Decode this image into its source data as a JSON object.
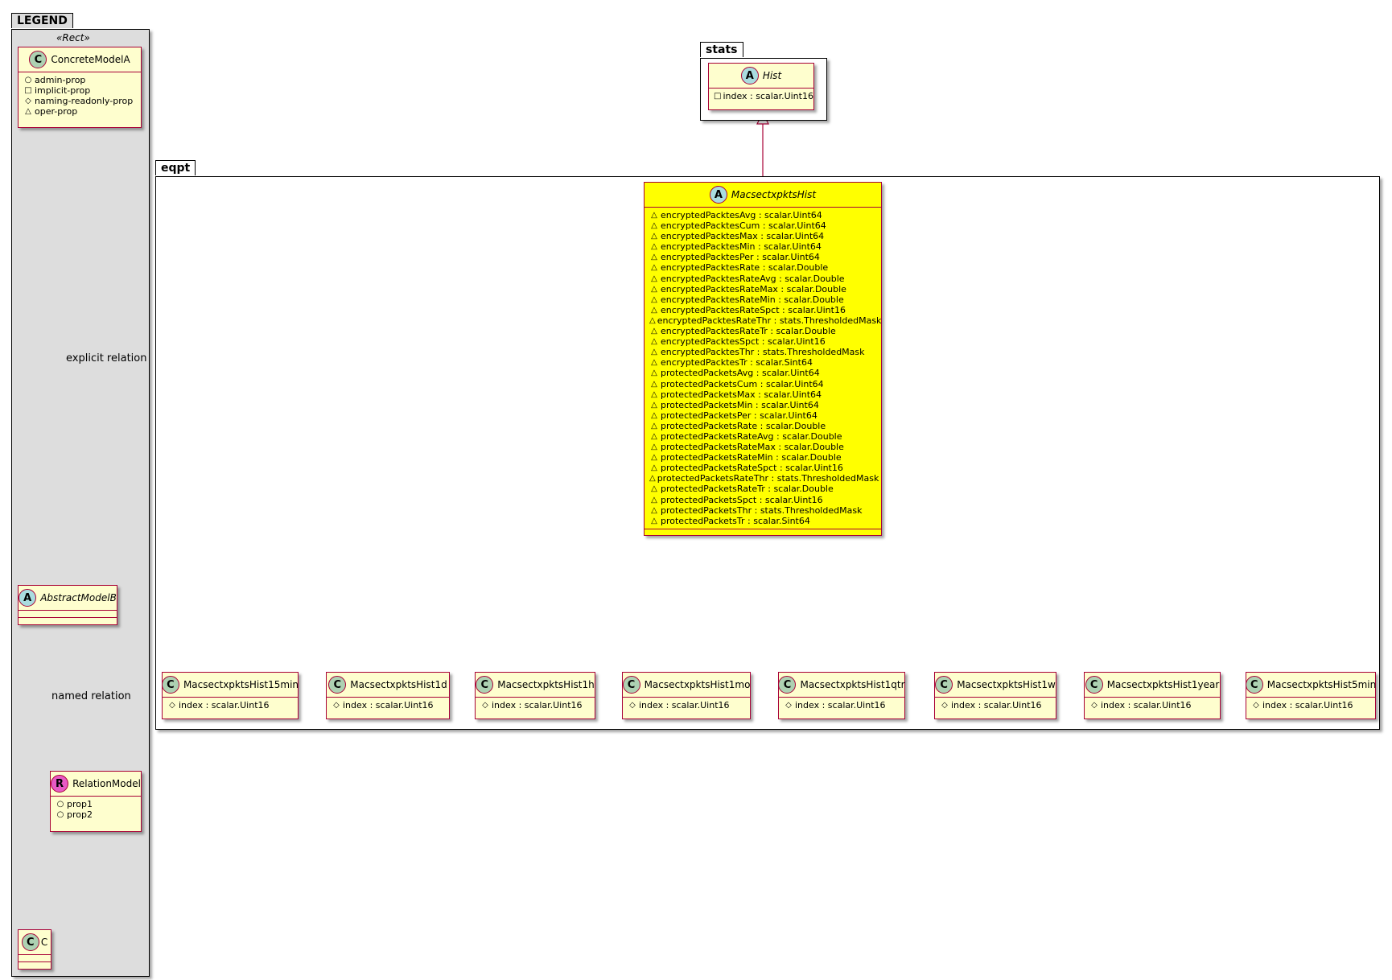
{
  "legend": {
    "title": "LEGEND",
    "stereotype": "«Rect»",
    "concrete_model": {
      "name": "ConcreteModelA",
      "attributes": [
        {
          "vis": "+",
          "text": "admin-prop"
        },
        {
          "vis": "-",
          "text": "implicit-prop"
        },
        {
          "vis": "#",
          "text": "naming-readonly-prop"
        },
        {
          "vis": "~",
          "text": "oper-prop"
        }
      ]
    },
    "explicit_relation_label": "explicit relation",
    "abstract_model": {
      "name": "AbstractModelB"
    },
    "named_relation_label": "named relation",
    "relation_model": {
      "name": "RelationModel",
      "attributes": [
        {
          "vis": "+",
          "text": "prop1"
        },
        {
          "vis": "+",
          "text": "prop2"
        }
      ]
    },
    "class_c": {
      "name": "C"
    }
  },
  "stats_package": {
    "title": "stats",
    "hist": {
      "name": "Hist",
      "attributes": [
        {
          "vis": "-",
          "text": "index : scalar.Uint16"
        }
      ]
    }
  },
  "eqpt_package": {
    "title": "eqpt",
    "main_class": {
      "name": "MacsectxpktsHist",
      "highlight_color": "#FFFF00",
      "attributes": [
        "encryptedPacktesAvg : scalar.Uint64",
        "encryptedPacktesCum : scalar.Uint64",
        "encryptedPacktesMax : scalar.Uint64",
        "encryptedPacktesMin : scalar.Uint64",
        "encryptedPacktesPer : scalar.Uint64",
        "encryptedPacktesRate : scalar.Double",
        "encryptedPacktesRateAvg : scalar.Double",
        "encryptedPacktesRateMax : scalar.Double",
        "encryptedPacktesRateMin : scalar.Double",
        "encryptedPacktesRateSpct : scalar.Uint16",
        "encryptedPacktesRateThr : stats.ThresholdedMask",
        "encryptedPacktesRateTr : scalar.Double",
        "encryptedPacktesSpct : scalar.Uint16",
        "encryptedPacktesThr : stats.ThresholdedMask",
        "encryptedPacktesTr : scalar.Sint64",
        "protectedPacketsAvg : scalar.Uint64",
        "protectedPacketsCum : scalar.Uint64",
        "protectedPacketsMax : scalar.Uint64",
        "protectedPacketsMin : scalar.Uint64",
        "protectedPacketsPer : scalar.Uint64",
        "protectedPacketsRate : scalar.Double",
        "protectedPacketsRateAvg : scalar.Double",
        "protectedPacketsRateMax : scalar.Double",
        "protectedPacketsRateMin : scalar.Double",
        "protectedPacketsRateSpct : scalar.Uint16",
        "protectedPacketsRateThr : stats.ThresholdedMask",
        "protectedPacketsRateTr : scalar.Double",
        "protectedPacketsSpct : scalar.Uint16",
        "protectedPacketsThr : stats.ThresholdedMask",
        "protectedPacketsTr : scalar.Sint64"
      ],
      "attribute_visibility": "~"
    },
    "subclasses": [
      {
        "name": "MacsectxpktsHist15min",
        "attribute": "index : scalar.Uint16"
      },
      {
        "name": "MacsectxpktsHist1d",
        "attribute": "index : scalar.Uint16"
      },
      {
        "name": "MacsectxpktsHist1h",
        "attribute": "index : scalar.Uint16"
      },
      {
        "name": "MacsectxpktsHist1mo",
        "attribute": "index : scalar.Uint16"
      },
      {
        "name": "MacsectxpktsHist1qtr",
        "attribute": "index : scalar.Uint16"
      },
      {
        "name": "MacsectxpktsHist1w",
        "attribute": "index : scalar.Uint16"
      },
      {
        "name": "MacsectxpktsHist1year",
        "attribute": "index : scalar.Uint16"
      },
      {
        "name": "MacsectxpktsHist5min",
        "attribute": "index : scalar.Uint16"
      }
    ],
    "subclass_visibility": "#"
  },
  "colors": {
    "class_fill": "#FEFECE",
    "class_border": "#A80036",
    "legend_fill": "#DDDDDD",
    "arrow": "#A80036"
  }
}
